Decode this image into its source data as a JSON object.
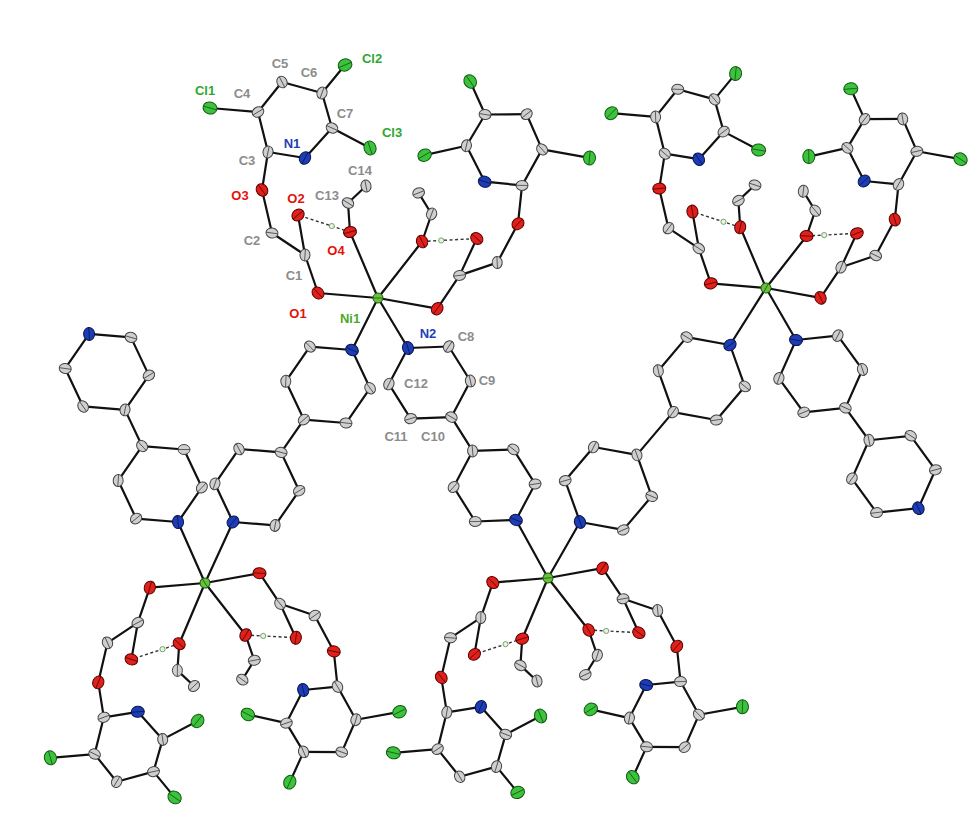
{
  "diagram": {
    "labels": [
      "C5",
      "C6",
      "Cl2",
      "Cl1",
      "C4",
      "C7",
      "Cl3",
      "N1",
      "C3",
      "C14",
      "O3",
      "O2",
      "C13",
      "O4",
      "C2",
      "C1",
      "O1",
      "Ni1",
      "N2",
      "C8",
      "C12",
      "C9",
      "C11",
      "C10"
    ]
  }
}
